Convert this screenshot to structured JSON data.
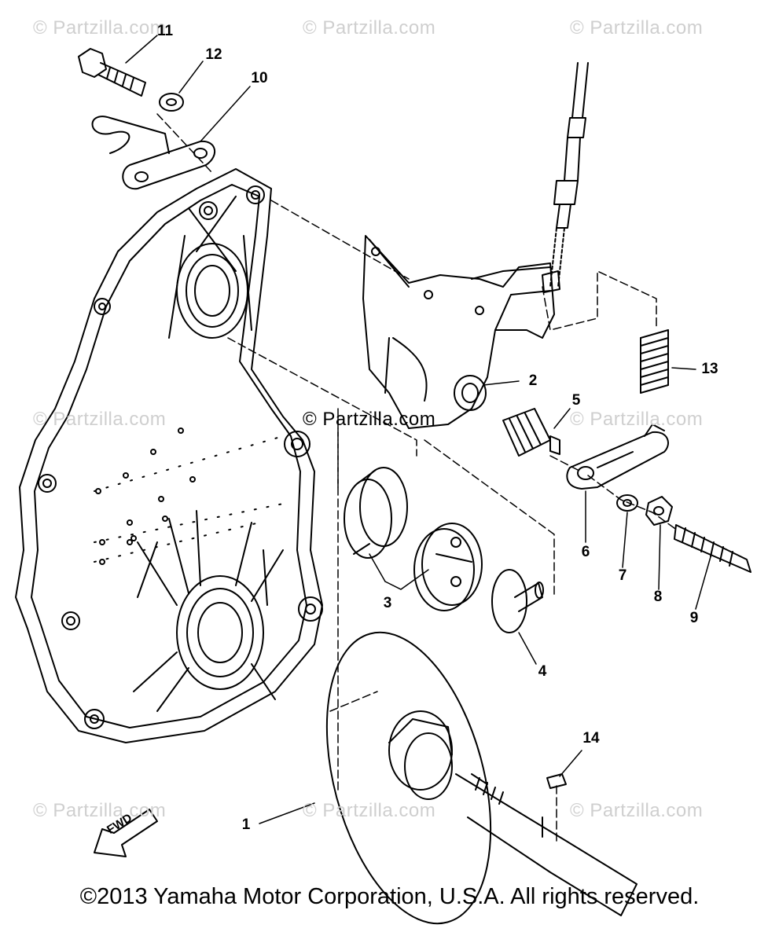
{
  "watermarks": {
    "top_left": "© Partzilla.com",
    "top_middle": "© Partzilla.com",
    "top_right": "© Partzilla.com",
    "mid_left": "© Partzilla.com",
    "center": "© Partzilla.com",
    "mid_right": "© Partzilla.com",
    "bottom_left": "© Partzilla.com",
    "bottom_middle": "© Partzilla.com",
    "bottom_right": "© Partzilla.com"
  },
  "callouts": {
    "c1": "1",
    "c2": "2",
    "c3": "3",
    "c4": "4",
    "c5": "5",
    "c6": "6",
    "c7": "7",
    "c8": "8",
    "c9": "9",
    "c10": "10",
    "c11": "11",
    "c12": "12",
    "c13": "13",
    "c14": "14"
  },
  "fwd_label": "FWD",
  "copyright": "©2013 Yamaha Motor Corporation, U.S.A. All rights reserved.",
  "colors": {
    "ink": "#000000",
    "watermark": "#cfcfcf",
    "background": "#ffffff"
  }
}
